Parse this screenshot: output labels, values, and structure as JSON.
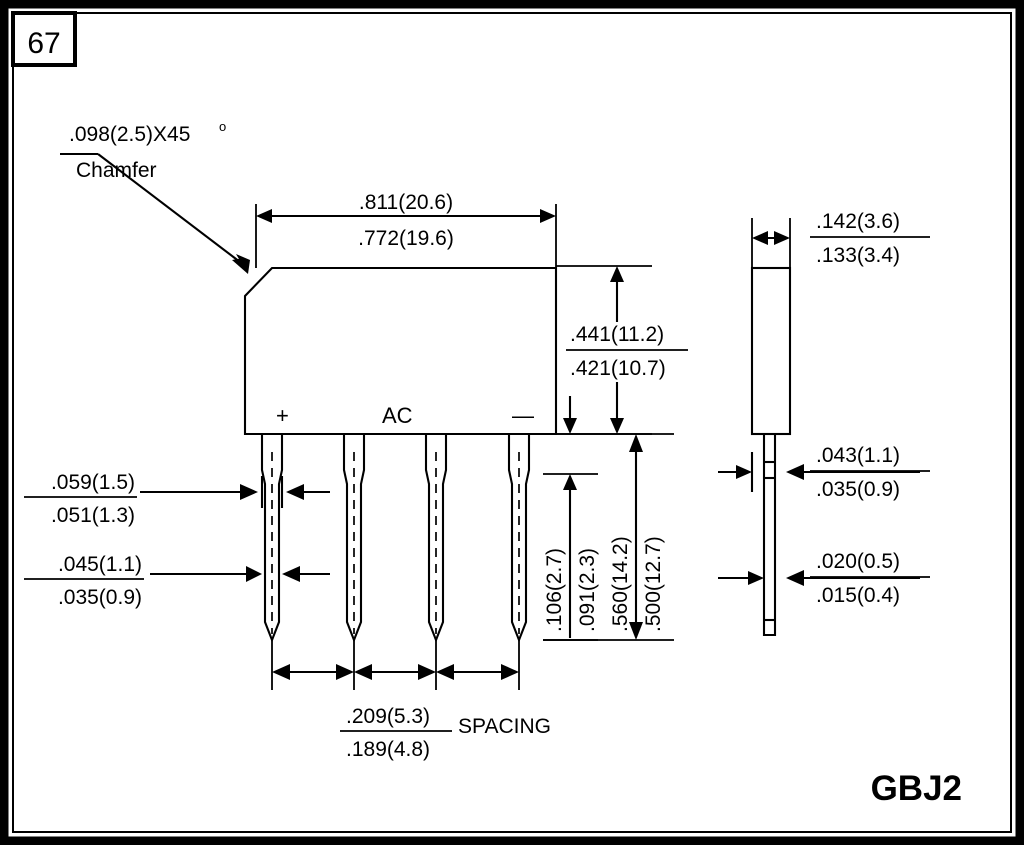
{
  "page": {
    "number": "67",
    "part_number": "GBJ2",
    "border_color": "#000000",
    "background_color": "#ffffff"
  },
  "annotations": {
    "chamfer": {
      "dimension": ".098(2.5)X45",
      "degree_symbol": "o",
      "label": "Chamfer"
    },
    "spacing_label": "SPACING"
  },
  "body_markings": {
    "positive": "+",
    "ac": "AC",
    "negative": "—"
  },
  "dimensions": {
    "front_width": {
      "upper": ".811(20.6)",
      "lower": ".772(19.6)"
    },
    "front_height": {
      "upper": ".441(11.2)",
      "lower": ".421(10.7)"
    },
    "lead_width_upper": {
      "upper": ".059(1.5)",
      "lower": ".051(1.3)"
    },
    "lead_width_lower": {
      "upper": ".045(1.1)",
      "lower": ".035(0.9)"
    },
    "lead_shoulder": {
      "upper": ".106(2.7)",
      "lower": ".091(2.3)"
    },
    "lead_length_total": {
      "upper": ".560(14.2)",
      "lower": ".500(12.7)"
    },
    "lead_spacing": {
      "upper": ".209(5.3)",
      "lower": ".189(4.8)"
    },
    "side_thickness": {
      "upper": ".142(3.6)",
      "lower": ".133(3.4)"
    },
    "side_lead_upper": {
      "upper": ".043(1.1)",
      "lower": ".035(0.9)"
    },
    "side_lead_lower": {
      "upper": ".020(0.5)",
      "lower": ".015(0.4)"
    }
  }
}
